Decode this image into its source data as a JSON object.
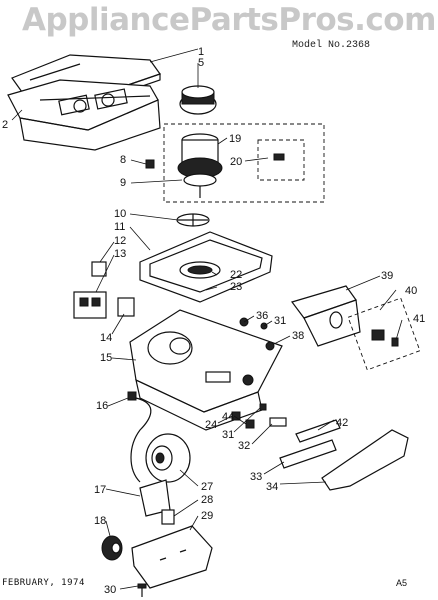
{
  "watermark": "AppliancePartsPros.com",
  "model_label": "Model No.2368",
  "footer_date": "FEBRUARY, 1974",
  "page_code": "A5",
  "callouts": [
    "1",
    "2",
    "5",
    "19",
    "8",
    "20",
    "9",
    "10",
    "11",
    "12",
    "13",
    "22",
    "23",
    "39",
    "40",
    "36",
    "31",
    "41",
    "14",
    "38",
    "15",
    "16",
    "42",
    "24",
    "44",
    "31",
    "32",
    "33",
    "34",
    "27",
    "17",
    "28",
    "18",
    "29",
    "30"
  ],
  "colors": {
    "line": "#111111",
    "watermark": "#c8c8c8"
  }
}
